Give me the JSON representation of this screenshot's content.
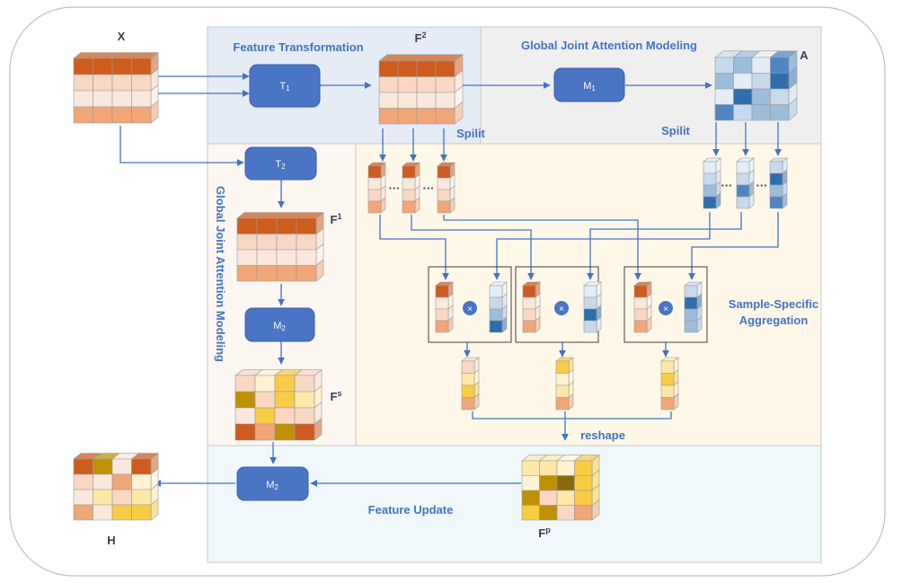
{
  "regions": {
    "feature_transformation": "Feature Transformation",
    "global_joint_attention_top": "Global Joint Attention Modeling",
    "global_joint_attention_side": "Global Joint Attention Modeling",
    "sample_specific_line1": "Sample-Specific",
    "sample_specific_line2": "Aggregation",
    "feature_update": "Feature Update"
  },
  "tensors": {
    "x": "X",
    "f2_base": "F",
    "f2_sup": "2",
    "a": "A",
    "f1_base": "F",
    "f1_sup": "1",
    "fs_base": "F",
    "fs_sup": "s",
    "fp_base": "F",
    "fp_sup": "p",
    "h": "H"
  },
  "modules": {
    "t1_base": "T",
    "t1_sub": "1",
    "t2_base": "T",
    "t2_sub": "2",
    "m1_base": "M",
    "m1_sub": "1",
    "m2_side_base": "M",
    "m2_side_sub": "2",
    "m2_bottom_base": "M",
    "m2_bottom_sub": "2"
  },
  "annotations": {
    "split_left": "Spilit",
    "split_right": "Spilit",
    "ellipsis": "···",
    "multiply": "×",
    "reshape": "reshape"
  }
}
